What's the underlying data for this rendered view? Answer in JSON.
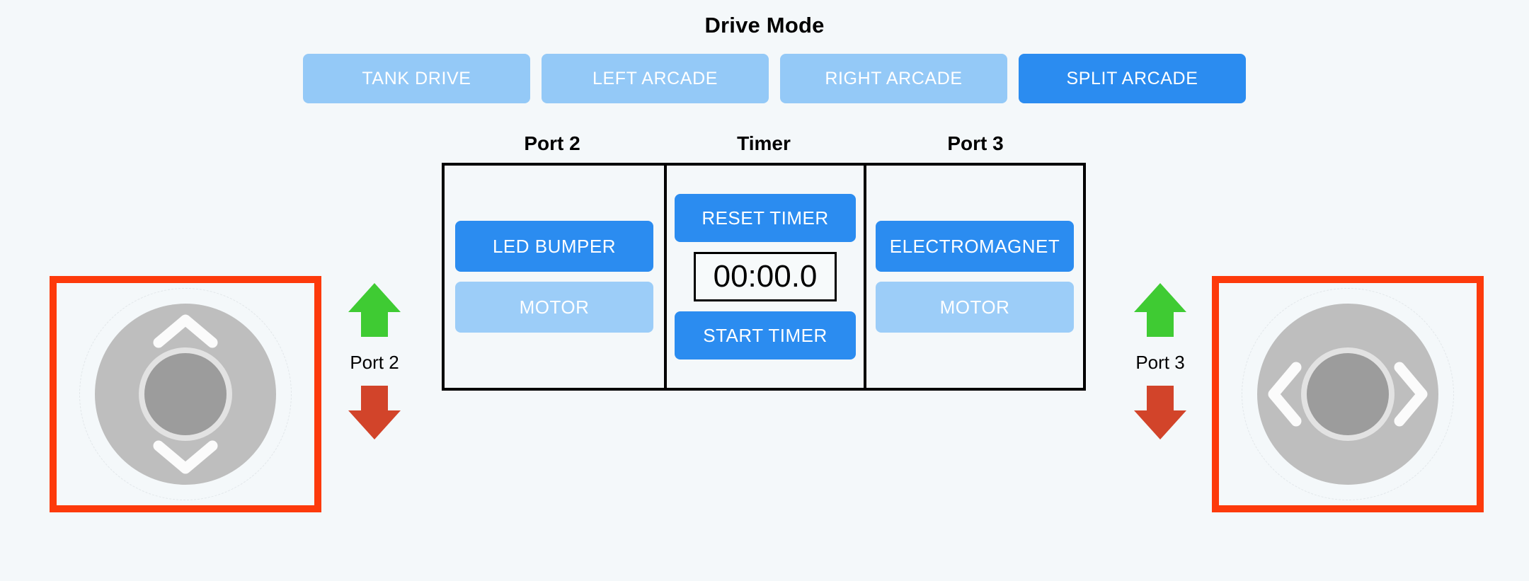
{
  "header": {
    "title": "Drive Mode"
  },
  "drive_modes": [
    {
      "label": "TANK DRIVE",
      "active": false
    },
    {
      "label": "LEFT ARCADE",
      "active": false
    },
    {
      "label": "RIGHT ARCADE",
      "active": false
    },
    {
      "label": "SPLIT ARCADE",
      "active": true
    }
  ],
  "columns": {
    "port2_header": "Port 2",
    "timer_header": "Timer",
    "port3_header": "Port 3"
  },
  "port2_panel": {
    "primary_button": "LED BUMPER",
    "secondary_button": "MOTOR"
  },
  "timer_panel": {
    "reset_button": "RESET TIMER",
    "display_value": "00:00.0",
    "start_button": "START TIMER"
  },
  "port3_panel": {
    "primary_button": "ELECTROMAGNET",
    "secondary_button": "MOTOR"
  },
  "left_control": {
    "port_label": "Port 2",
    "up_arrow_icon": "up-arrow-icon",
    "down_arrow_icon": "down-arrow-icon",
    "joystick_axis": "vertical"
  },
  "right_control": {
    "port_label": "Port 3",
    "up_arrow_icon": "up-arrow-icon",
    "down_arrow_icon": "down-arrow-icon",
    "joystick_axis": "horizontal"
  },
  "colors": {
    "background": "#f4f8fa",
    "accent_blue": "#2b8cf0",
    "inactive_blue": "#94c9f7",
    "highlight_red": "#fd3a0b",
    "arrow_green": "#3fcb33",
    "arrow_red": "#d2442a",
    "panel_border": "#000000",
    "joystick_base": "#bebebe",
    "joystick_knob": "#9c9c9c"
  }
}
